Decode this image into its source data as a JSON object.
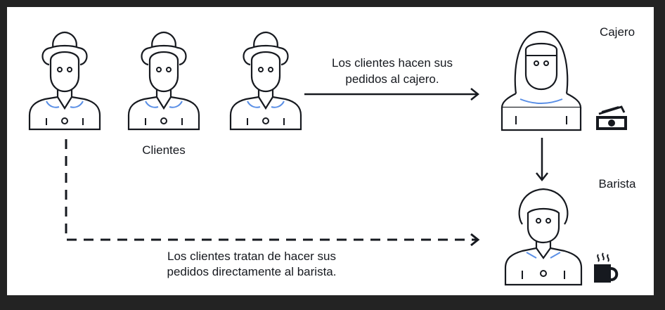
{
  "labels": {
    "clientes": "Clientes",
    "cajero": "Cajero",
    "barista": "Barista",
    "order_cashier_line1": "Los clientes hacen sus",
    "order_cashier_line2": "pedidos al cajero.",
    "order_barista_line1": "Los clientes tratan de hacer sus",
    "order_barista_line2": "pedidos directamente al barista."
  },
  "colors": {
    "stroke": "#16191f",
    "accent": "#5a8fe6",
    "frame_border": "#232323"
  },
  "icons": [
    "customer-icon",
    "cashier-icon",
    "barista-icon",
    "money-icon",
    "coffee-cup-icon"
  ]
}
